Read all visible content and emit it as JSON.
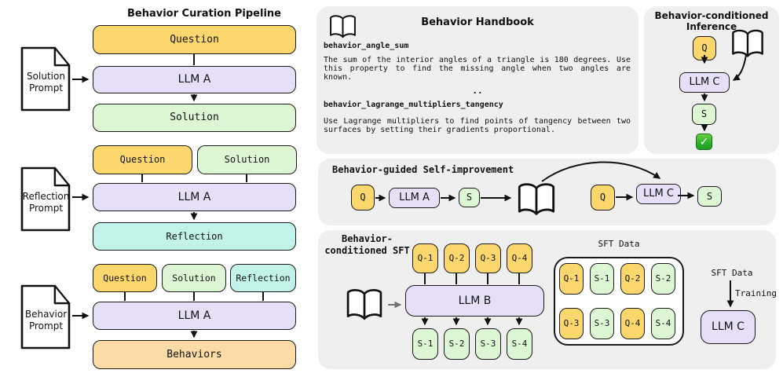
{
  "colors": {
    "question_yellow": "#fbd76e",
    "llm_purple": "#e7dff8",
    "solution_green": "#ddf6d4",
    "reflection_cyan": "#c2f3e8",
    "behaviors_peach": "#fbdba6",
    "panel_gray": "#efefef",
    "border_dark": "#1a1a1a",
    "check_green": "#2eb32e"
  },
  "pipeline": {
    "title": "Behavior Curation Pipeline",
    "g1": {
      "prompt": "Solution Prompt",
      "in1": "Question",
      "llm": "LLM A",
      "out": "Solution"
    },
    "g2": {
      "prompt": "Reflection Prompt",
      "in1": "Question",
      "in2": "Solution",
      "llm": "LLM A",
      "out": "Reflection"
    },
    "g3": {
      "prompt": "Behavior Prompt",
      "in1": "Question",
      "in2": "Solution",
      "in3": "Reflection",
      "llm": "LLM A",
      "out": "Behaviors"
    }
  },
  "handbook": {
    "title": "Behavior Handbook",
    "entry1_name": "behavior_angle_sum",
    "entry1_text": "The sum of the interior angles of a triangle is 180 degrees. Use this property to find the missing angle when two angles are known.",
    "separator": "..",
    "entry2_name": "behavior_lagrange_multipliers_tangency",
    "entry2_text": "Use Lagrange multipliers to find points of tangency between two surfaces by setting their gradients proportional."
  },
  "inference": {
    "title_line1": "Behavior-conditioned",
    "title_line2": "Inference",
    "q": "Q",
    "llm": "LLM C",
    "s": "S",
    "check": "✓"
  },
  "self_improvement": {
    "title": "Behavior-guided Self-improvement",
    "q1": "Q",
    "llm_a": "LLM A",
    "s1": "S",
    "q2": "Q",
    "llm_c": "LLM C",
    "s2": "S"
  },
  "sft": {
    "title_line1": "Behavior-",
    "title_line2": "conditioned SFT",
    "q_boxes": [
      "Q-1",
      "Q-2",
      "Q-3",
      "Q-4"
    ],
    "llm_b": "LLM B",
    "s_boxes": [
      "S-1",
      "S-2",
      "S-3",
      "S-4"
    ],
    "data_label": "SFT Data",
    "data_grid": [
      [
        "Q-1",
        "S-1",
        "Q-2",
        "S-2"
      ],
      [
        "Q-3",
        "S-3",
        "Q-4",
        "S-4"
      ]
    ],
    "right_data_label": "SFT Data",
    "training_label": "Training",
    "llm_c": "LLM C"
  }
}
